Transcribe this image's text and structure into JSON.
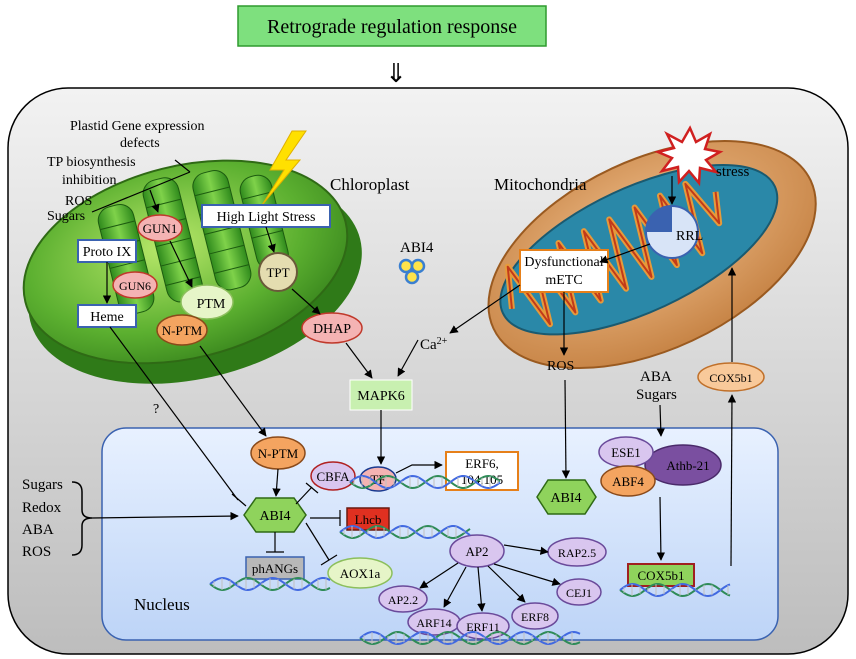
{
  "title": "Retrograde regulation response",
  "arrow_glyph": "⇓",
  "compartments": {
    "chloroplast": "Chloroplast",
    "mitochondria": "Mitochondria",
    "nucleus": "Nucleus"
  },
  "chloroplast_signals": [
    "Plastid Gene expression",
    "defects",
    "TP biosynthesis",
    "inhibition",
    "ROS",
    "Sugars"
  ],
  "nodes": {
    "high_light_stress": "High Light Stress",
    "gun1": "GUN1",
    "proto_ix": "Proto IX",
    "gun6": "GUN6",
    "heme": "Heme",
    "ptm": "PTM",
    "n_ptm_plastid": "N-PTM",
    "tpt": "TPT",
    "dhap": "DHAP",
    "abi4_cytosol": "ABI4",
    "stress": "stress",
    "rrl": "RRL",
    "dysfunctional_metc_1": "Dysfunctional",
    "dysfunctional_metc_2": "mETC",
    "ca": "Ca",
    "ca_sup": "2+",
    "ros_mito": "ROS",
    "mapk6": "MAPK6",
    "aba": "ABA",
    "sugars": "Sugars",
    "cox5b1_cyto": "COX5b1",
    "question": "?",
    "n_ptm_nucleus": "N-PTM",
    "cbfa": "CBFA",
    "tf": "TF",
    "erf6_1": "ERF6,",
    "erf6_2": "104.105",
    "abi4_nucleus": "ABI4",
    "abi4_right": "ABI4",
    "ese1": "ESE1",
    "athb21": "Athb-21",
    "abf4": "ABF4",
    "lhcb": "Lhcb",
    "ap2": "AP2",
    "rap25": "RAP2.5",
    "cej1": "CEJ1",
    "ap22": "AP2.2",
    "arf14": "ARF14",
    "erf11": "ERF11",
    "erf8": "ERF8",
    "aox1a": "AOX1a",
    "phangs": "phANGs",
    "cox5b1_nucleus": "COX5b1"
  },
  "left_signals": [
    "Sugars",
    "Redox",
    "ABA",
    "ROS"
  ],
  "colors": {
    "title_bg": "#7ee07e",
    "cell_bg": "#d9d9d9",
    "nucleus_bg": "#d6e6fb",
    "chloroplast": "#5cb030",
    "mito": "#d59a5c",
    "lhcb_red": "#e03020",
    "abi4_green": "#8fd35c",
    "mapk6_green": "#c8f0b0",
    "pink": "#f4b3b3",
    "orange": "#f4a460",
    "lavender": "#d9c6ef",
    "purple": "#7a4fa0",
    "dna_green": "#2e8b57",
    "dna_blue": "#4169e1"
  }
}
